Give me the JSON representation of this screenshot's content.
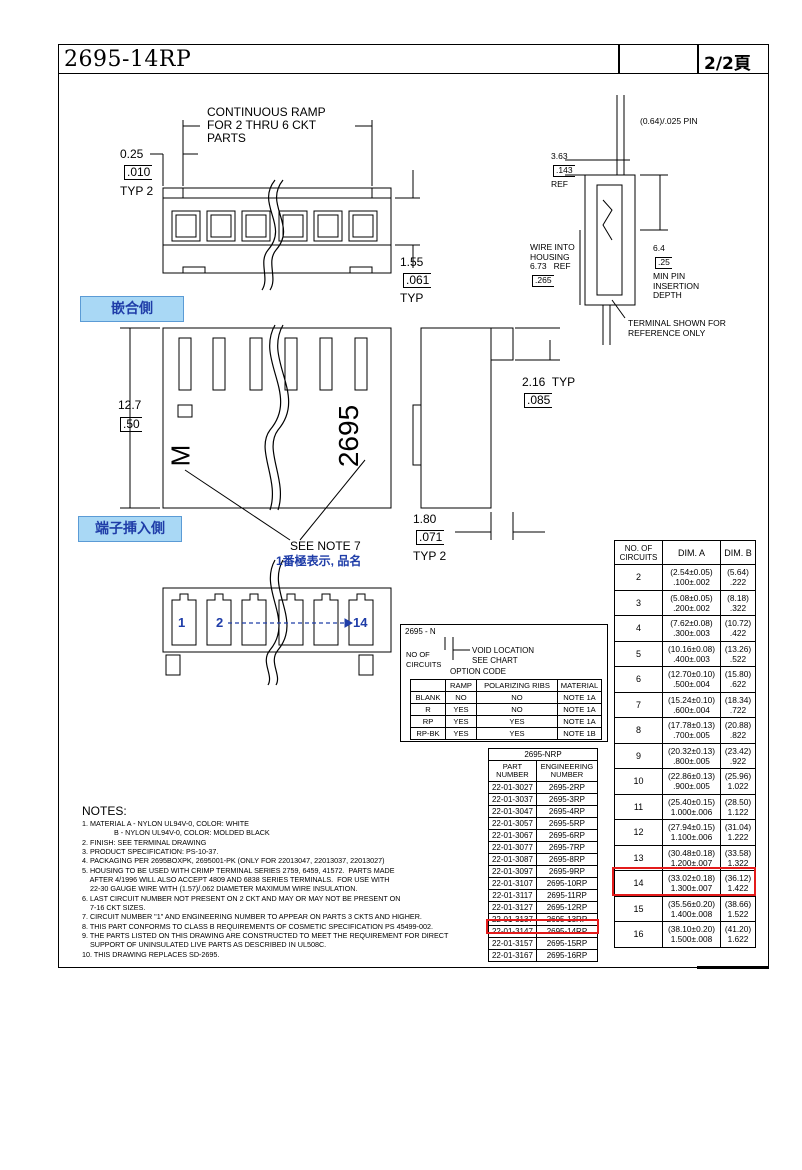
{
  "header": {
    "title": "2695-14RP",
    "page": "2/2頁"
  },
  "labels": {
    "mating_side": "嵌合側",
    "terminal_side": "端子挿入側",
    "pin_one_note": "1番極表示, 品名",
    "see_note": "SEE NOTE 7",
    "continuous_ramp": "CONTINUOUS RAMP\nFOR 2 THRU 6 CKT\nPARTS",
    "dim_025": "0.25",
    "dim_010": ".010",
    "typ2": "TYP 2",
    "dim_155": "1.55",
    "dim_061": ".061",
    "typ": "TYP",
    "dim_127": "12.7",
    "dim_50": ".50",
    "dim_216": "2.16  TYP",
    "dim_085": ".085",
    "dim_180": "1.80",
    "dim_071": ".071",
    "typ2b": "TYP 2",
    "pin": "(0.64)/.025 PIN",
    "dim_363": "3.63",
    "dim_143": ".143",
    "ref": "REF",
    "wire_into": "WIRE INTO\nHOUSING\n6.73   REF",
    "dim_265": ".265",
    "dim_64": "6.4",
    "dim_25": ".25",
    "min_pin": "MIN PIN\nINSERTION\nDEPTH",
    "terminal_shown": "TERMINAL SHOWN FOR\nREFERENCE ONLY",
    "housing_mark_left": "M",
    "housing_mark_num": "2695",
    "circuit_1": "1",
    "circuit_2": "2",
    "circuit_14": "14"
  },
  "option_code": {
    "prefix": "2695 - N",
    "void_location": "VOID LOCATION\nSEE CHART",
    "no_of_circuits": "NO OF\nCIRCUITS",
    "option_code": "OPTION CODE",
    "headers": [
      "",
      "RAMP",
      "POLARIZING RIBS",
      "MATERIAL"
    ],
    "rows": [
      [
        "BLANK",
        "NO",
        "NO",
        "NOTE 1A"
      ],
      [
        "R",
        "YES",
        "NO",
        "NOTE 1A"
      ],
      [
        "RP",
        "YES",
        "YES",
        "NOTE 1A"
      ],
      [
        "RP-BK",
        "YES",
        "YES",
        "NOTE 1B"
      ]
    ]
  },
  "part_table": {
    "title": "2695-NRP",
    "headers": [
      "PART\nNUMBER",
      "ENGINEERING\nNUMBER"
    ],
    "rows": [
      [
        "22-01-3027",
        "2695-2RP"
      ],
      [
        "22-01-3037",
        "2695-3RP"
      ],
      [
        "22-01-3047",
        "2695-4RP"
      ],
      [
        "22-01-3057",
        "2695-5RP"
      ],
      [
        "22-01-3067",
        "2695-6RP"
      ],
      [
        "22-01-3077",
        "2695-7RP"
      ],
      [
        "22-01-3087",
        "2695-8RP"
      ],
      [
        "22-01-3097",
        "2695-9RP"
      ],
      [
        "22-01-3107",
        "2695-10RP"
      ],
      [
        "22-01-3117",
        "2695-11RP"
      ],
      [
        "22-01-3127",
        "2695-12RP"
      ],
      [
        "22-01-3137",
        "2695-13RP"
      ],
      [
        "22-01-3147",
        "2695-14RP"
      ],
      [
        "22-01-3157",
        "2695-15RP"
      ],
      [
        "22-01-3167",
        "2695-16RP"
      ]
    ]
  },
  "dim_table": {
    "headers": [
      "NO. OF\nCIRCUITS",
      "DIM. A",
      "DIM. B"
    ],
    "rows": [
      [
        "2",
        "(2.54±0.05)\n.100±.002",
        "(5.64)\n.222"
      ],
      [
        "3",
        "(5.08±0.05)\n.200±.002",
        "(8.18)\n.322"
      ],
      [
        "4",
        "(7.62±0.08)\n.300±.003",
        "(10.72)\n.422"
      ],
      [
        "5",
        "(10.16±0.08)\n.400±.003",
        "(13.26)\n.522"
      ],
      [
        "6",
        "(12.70±0.10)\n.500±.004",
        "(15.80)\n.622"
      ],
      [
        "7",
        "(15.24±0.10)\n.600±.004",
        "(18.34)\n.722"
      ],
      [
        "8",
        "(17.78±0.13)\n.700±.005",
        "(20.88)\n.822"
      ],
      [
        "9",
        "(20.32±0.13)\n.800±.005",
        "(23.42)\n.922"
      ],
      [
        "10",
        "(22.86±0.13)\n.900±.005",
        "(25.96)\n1.022"
      ],
      [
        "11",
        "(25.40±0.15)\n1.000±.006",
        "(28.50)\n1.122"
      ],
      [
        "12",
        "(27.94±0.15)\n1.100±.006",
        "(31.04)\n1.222"
      ],
      [
        "13",
        "(30.48±0.18)\n1.200±.007",
        "(33.58)\n1.322"
      ],
      [
        "14",
        "(33.02±0.18)\n1.300±.007",
        "(36.12)\n1.422"
      ],
      [
        "15",
        "(35.56±0.20)\n1.400±.008",
        "(38.66)\n1.522"
      ],
      [
        "16",
        "(38.10±0.20)\n1.500±.008",
        "(41.20)\n1.622"
      ]
    ]
  },
  "notes": {
    "title": "NOTES:",
    "lines": [
      "1. MATERIAL A - NYLON UL94V-0, COLOR: WHITE",
      "                B - NYLON UL94V-0, COLOR: MOLDED BLACK",
      "2. FINISH: SEE TERMINAL DRAWING",
      "3. PRODUCT SPECIFICATION: PS-10-37.",
      "4. PACKAGING PER 2695BOXPK, 2695001-PK (ONLY FOR 22013047, 22013037, 22013027)",
      "5. HOUSING TO BE USED WITH CRIMP TERMINAL SERIES 2759, 6459, 41572.  PARTS MADE",
      "    AFTER 4/1996 WILL ALSO ACCEPT 4809 AND 6838 SERIES TERMINALS.  FOR USE WITH",
      "    22-30 GAUGE WIRE WITH (1.57)/.062 DIAMETER MAXIMUM WIRE INSULATION.",
      "6. LAST CIRCUIT NUMBER NOT PRESENT ON 2 CKT AND MAY OR MAY NOT BE PRESENT ON",
      "    7-16 CKT SIZES.",
      "7. CIRCUIT NUMBER \"1\" AND ENGINEERING NUMBER TO APPEAR ON PARTS 3 CKTS AND HIGHER.",
      "8. THIS PART CONFORMS TO CLASS B REQUIREMENTS OF COSMETIC SPECIFICATION PS 45499-002.",
      "9. THE PARTS LISTED ON THIS DRAWING ARE CONSTRUCTED TO MEET THE REQUIREMENT FOR DIRECT",
      "    SUPPORT OF UNINSULATED LIVE PARTS AS DESCRIBED IN UL508C.",
      "10. THIS DRAWING REPLACES SD-2695."
    ]
  },
  "colors": {
    "highlight_fill": "#a9d8f5",
    "highlight_text": "#1f3da8",
    "red_box": "#e31b1b"
  }
}
